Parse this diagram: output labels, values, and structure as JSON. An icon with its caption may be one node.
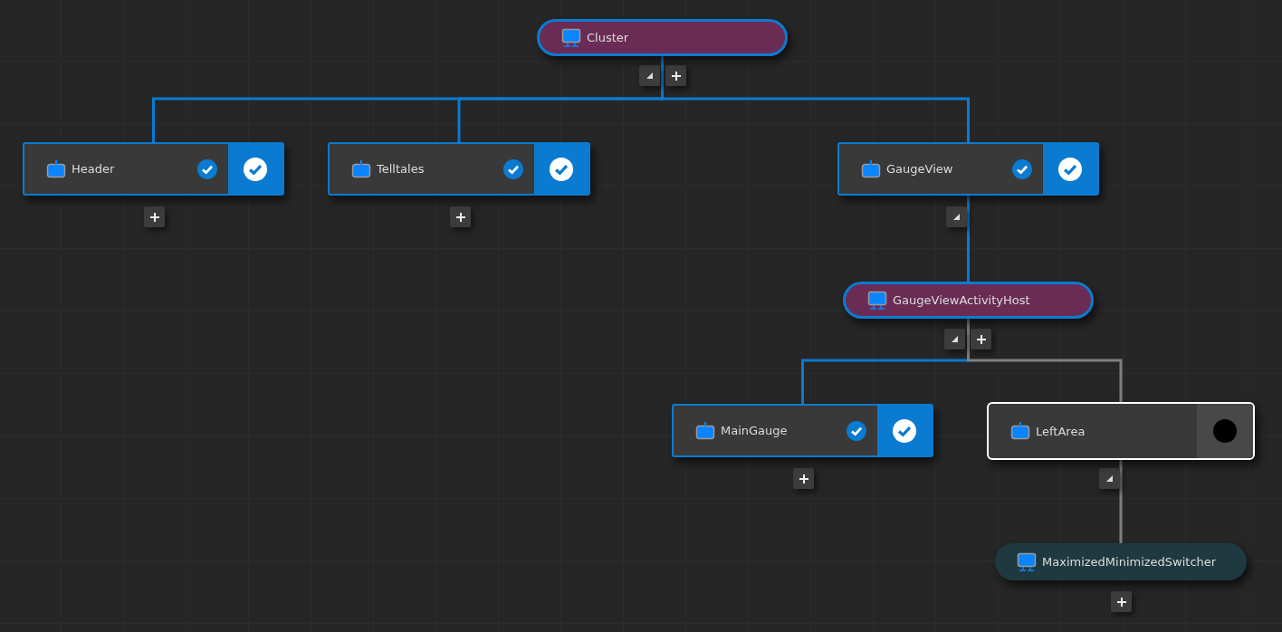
{
  "diagram": {
    "nodes": [
      {
        "text": [
          "Cluster"
        ]
      },
      {
        "text": [
          "Header"
        ]
      },
      {
        "text": [
          "Telltales"
        ]
      },
      {
        "text": [
          "GaugeView"
        ]
      },
      {
        "text": [
          "GaugeViewActivityHost"
        ]
      },
      {
        "text": [
          "MainGauge"
        ]
      },
      {
        "text": [
          "LeftArea"
        ]
      },
      {
        "text": [
          "MaximizedMinimizedSwitcher"
        ]
      }
    ],
    "edges": [
      {
        "from": 0,
        "to": 1,
        "arrow": "none"
      },
      {
        "from": 0,
        "to": 2,
        "arrow": "none"
      },
      {
        "from": 0,
        "to": 3,
        "arrow": "none"
      },
      {
        "from": 3,
        "to": 4,
        "arrow": "none"
      },
      {
        "from": 4,
        "to": 5,
        "arrow": "none"
      },
      {
        "from": 4,
        "to": 6,
        "arrow": "none",
        "color": "#808080"
      },
      {
        "from": 6,
        "to": 7,
        "arrow": "none",
        "color": "#808080"
      }
    ]
  }
}
